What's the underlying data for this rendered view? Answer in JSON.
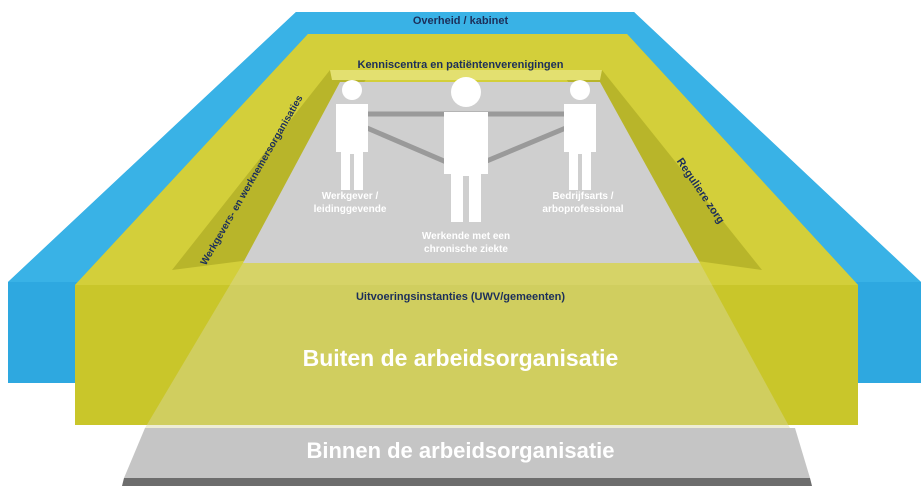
{
  "labels": {
    "government": "Overheid / kabinet",
    "knowledge": "Kenniscentra en patiëntenverenigingen",
    "unions": "Werkgevers- en werknemersorganisaties",
    "regular_care": "Reguliere zorg",
    "agencies": "Uitvoeringsinstanties (UWV/gemeenten)",
    "outside": "Buiten de arbeidsorganisatie",
    "inside": "Binnen de arbeidsorganisatie",
    "employer": [
      "Werkgever /",
      "leidinggevende"
    ],
    "employee": [
      "Werkende met een",
      "chronische ziekte"
    ],
    "doctor": [
      "Bedrijfsarts /",
      "arboprofessional"
    ]
  },
  "colors": {
    "blue": "#2ea8e0",
    "yellow": "#c9c62a",
    "grey": "#bdbdbd",
    "dark_text": "#1c2f5a"
  },
  "icons": [
    "person-icon",
    "person-icon",
    "person-icon"
  ]
}
